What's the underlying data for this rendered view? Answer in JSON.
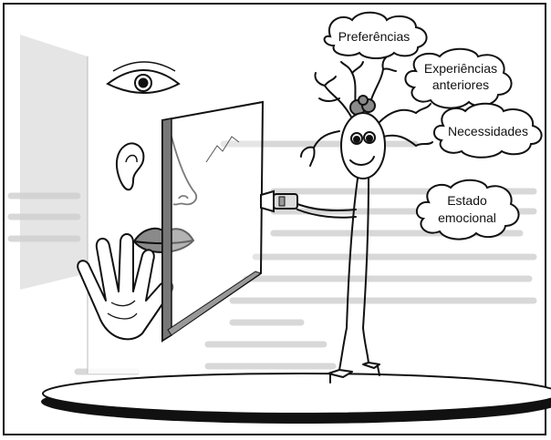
{
  "labels": {
    "preferences": "Preferências",
    "experiences_line1": "Experiências",
    "experiences_line2": "anteriores",
    "needs": "Necessidades",
    "emotional_line1": "Estado",
    "emotional_line2": "emocional"
  },
  "colors": {
    "ink": "#111111",
    "background_text": "#bdbdbd",
    "panel_gray": "#8a8a8a"
  },
  "icons": [
    "eye-icon",
    "ear-icon",
    "nose-icon",
    "lips-icon",
    "hand-icon",
    "flashlight-icon",
    "neuron-character"
  ]
}
